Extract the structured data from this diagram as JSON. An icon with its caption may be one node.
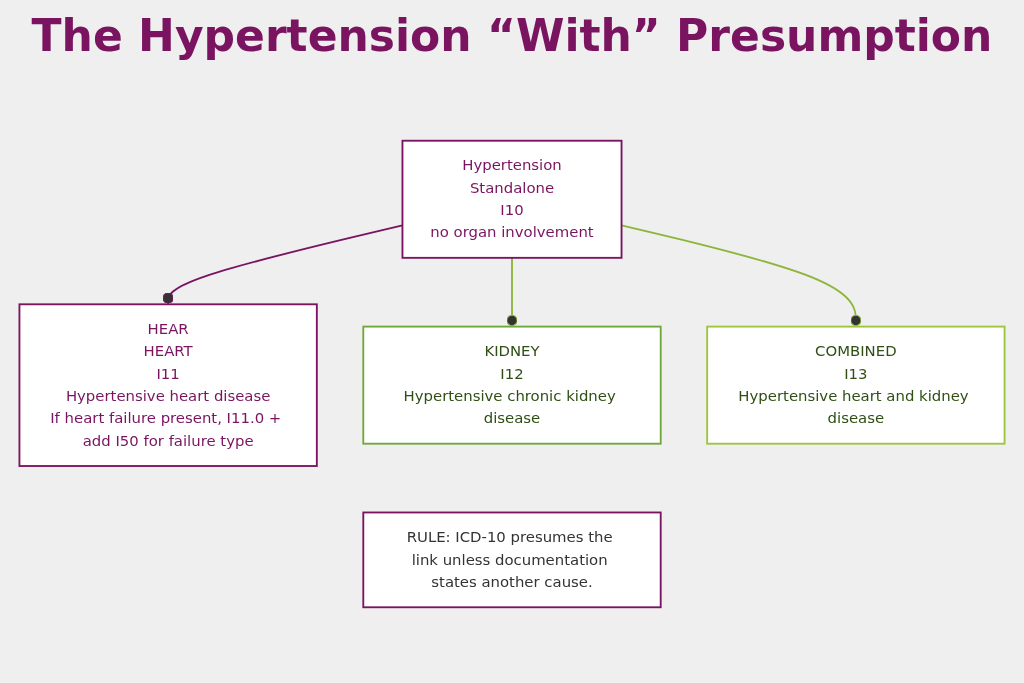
{
  "diagram": {
    "title": "The Hypertension “With” Presumption",
    "nodes": [
      {
        "text": [
          "Hypertension",
          "Standalone",
          "I10",
          "no organ involvement"
        ]
      },
      {
        "text": [
          "HEAR",
          "HEART",
          "I11",
          "Hypertensive heart disease",
          "If heart failure present, I11.0 + add I50 for failure type"
        ]
      },
      {
        "text": [
          "KIDNEY",
          "I12",
          "Hypertensive chronic kidney disease"
        ]
      },
      {
        "text": [
          "COMBINED",
          "I13",
          "Hypertensive heart and kidney disease"
        ]
      },
      {
        "text": [
          "RULE: ICD-10 presumes the link unless documentation states another cause."
        ]
      }
    ],
    "edges": [
      {
        "from": 0,
        "to": 1,
        "arrow": "other",
        "color": "#7a1460"
      },
      {
        "from": 0,
        "to": 2,
        "arrow": "other"
      },
      {
        "from": 0,
        "to": 3,
        "arrow": "other"
      }
    ]
  }
}
